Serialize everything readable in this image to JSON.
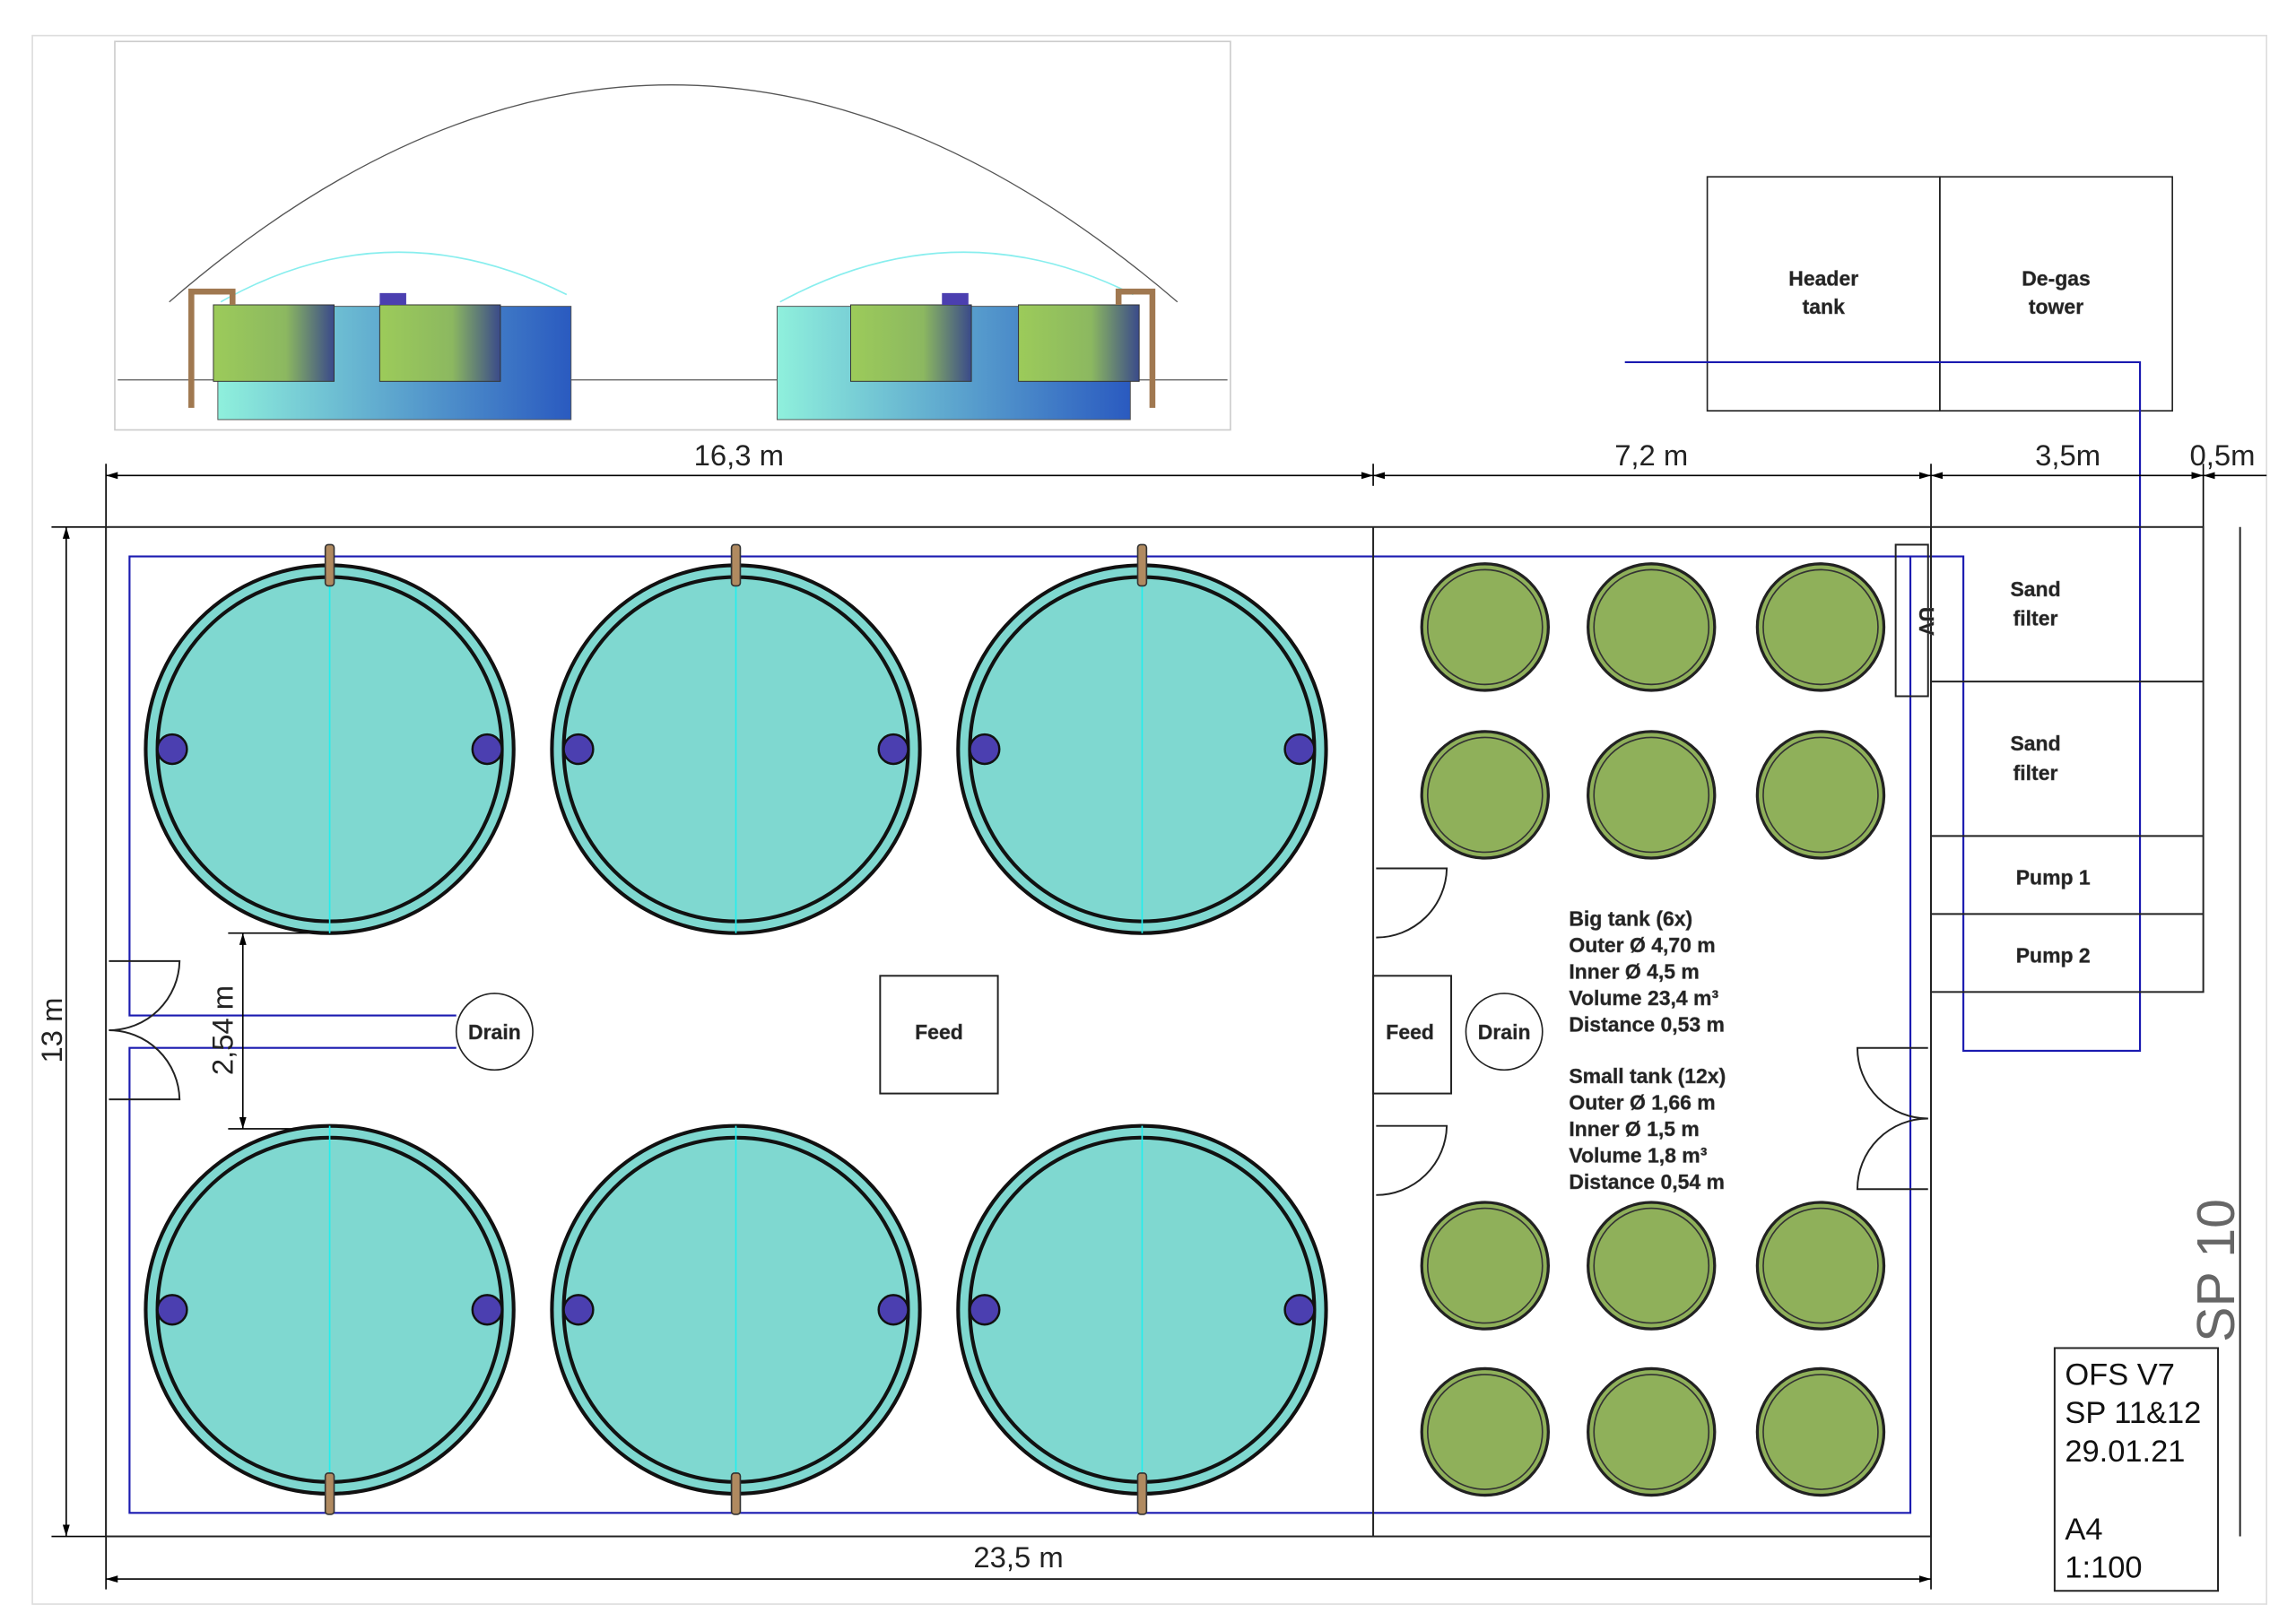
{
  "dimensions": {
    "top_left": "16,3 m",
    "top_middle": "7,2 m",
    "top_right": "3,5m",
    "top_far_right": "0,5m",
    "bottom": "23,5 m",
    "left": "13 m",
    "tank_gap": "2,54 m"
  },
  "labels": {
    "header_tank": [
      "Header",
      "tank"
    ],
    "degas_tower": [
      "De-gas",
      "tower"
    ],
    "sand_filter_1": [
      "Sand",
      "filter"
    ],
    "sand_filter_2": [
      "Sand",
      "filter"
    ],
    "pump_1": "Pump 1",
    "pump_2": "Pump 2",
    "uv": "UV",
    "feed_left": "Feed",
    "feed_right": "Feed",
    "drain_left": "Drain",
    "drain_right": "Drain",
    "sp10": "SP 10"
  },
  "specs": {
    "big": [
      "Big tank (6x)",
      "Outer Ø 4,70 m",
      "Inner Ø 4,5 m",
      "Volume 23,4 m³",
      "Distance 0,53 m"
    ],
    "small": [
      "Small tank (12x)",
      "Outer Ø 1,66 m",
      "Inner Ø 1,5 m",
      "Volume 1,8 m³",
      "Distance 0,54 m"
    ]
  },
  "title_block": {
    "line1": "OFS  V7",
    "line2": "SP 11&12",
    "line3": "29.01.21",
    "line4": "A4",
    "line5": "1:100"
  },
  "colors": {
    "big_tank": "#7fd8d0",
    "small_tank": "#8fb05a",
    "pipe": "#1a1ab0",
    "outlet": "#4b3fb0"
  }
}
